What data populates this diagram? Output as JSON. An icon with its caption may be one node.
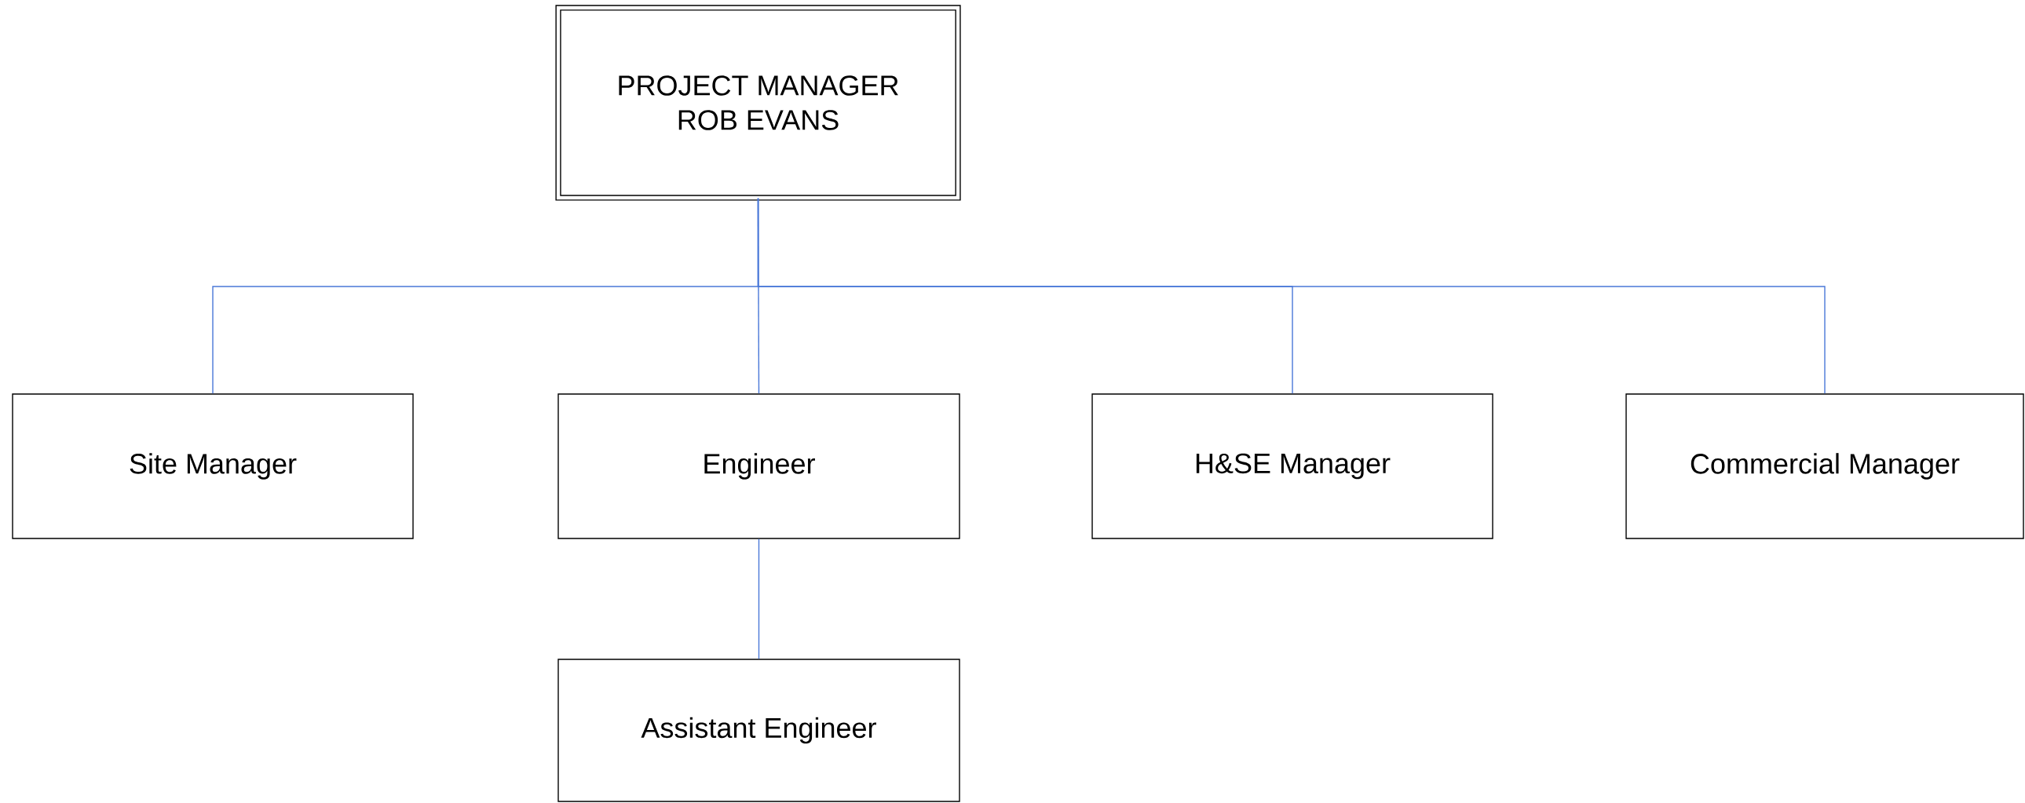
{
  "diagram": {
    "nodes": [
      {
        "text": [
          "PROJECT MANAGER",
          "ROB EVANS"
        ]
      },
      {
        "text": [
          "Site Manager"
        ]
      },
      {
        "text": [
          "Engineer"
        ]
      },
      {
        "text": [
          "H&SE Manager"
        ]
      },
      {
        "text": [
          "Commercial Manager"
        ]
      },
      {
        "text": [
          "Assistant Engineer"
        ]
      }
    ],
    "edges": [
      {
        "from": 0,
        "to": 1,
        "arrow": "none"
      },
      {
        "from": 0,
        "to": 2,
        "arrow": "none"
      },
      {
        "from": 0,
        "to": 3,
        "arrow": "none"
      },
      {
        "from": 0,
        "to": 4,
        "arrow": "none"
      },
      {
        "from": 2,
        "to": 5,
        "arrow": "none"
      }
    ]
  }
}
